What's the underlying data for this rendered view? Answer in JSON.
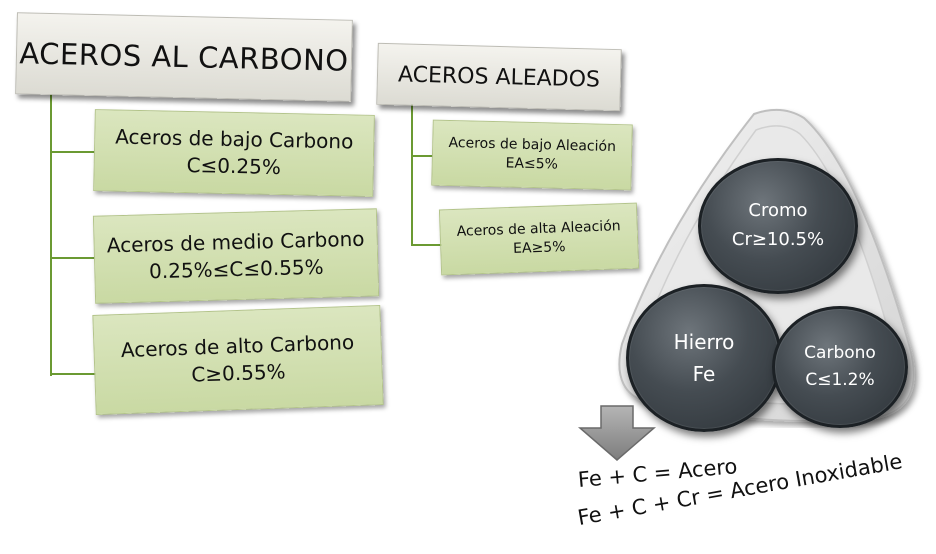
{
  "aceros_carbono": {
    "title": "ACEROS AL CARBONO",
    "items": [
      {
        "line1": "Aceros de bajo Carbono",
        "line2": "C≤0.25%"
      },
      {
        "line1": "Aceros de medio Carbono",
        "line2": "0.25%≤C≤0.55%"
      },
      {
        "line1": "Aceros de alto Carbono",
        "line2": "C≥0.55%"
      }
    ]
  },
  "aceros_aleados": {
    "title": "ACEROS ALEADOS",
    "items": [
      {
        "line1": "Aceros de bajo Aleación",
        "line2": "EA≤5%"
      },
      {
        "line1": "Aceros de alta Aleación",
        "line2": "EA≥5%"
      }
    ]
  },
  "venn": {
    "cromo": {
      "name": "Cromo",
      "value": "Cr≥10.5%"
    },
    "hierro": {
      "name": "Hierro",
      "value": "Fe"
    },
    "carbono": {
      "name": "Carbono",
      "value": "C≤1.2%"
    }
  },
  "equations": {
    "eq1": "Fe + C = Acero",
    "eq2": "Fe + C + Cr = Acero Inoxidable"
  },
  "colors": {
    "green_box": "#c9d9a3",
    "connector": "#6b9a32",
    "circle": "#454c52",
    "header": "#e6e5de"
  }
}
